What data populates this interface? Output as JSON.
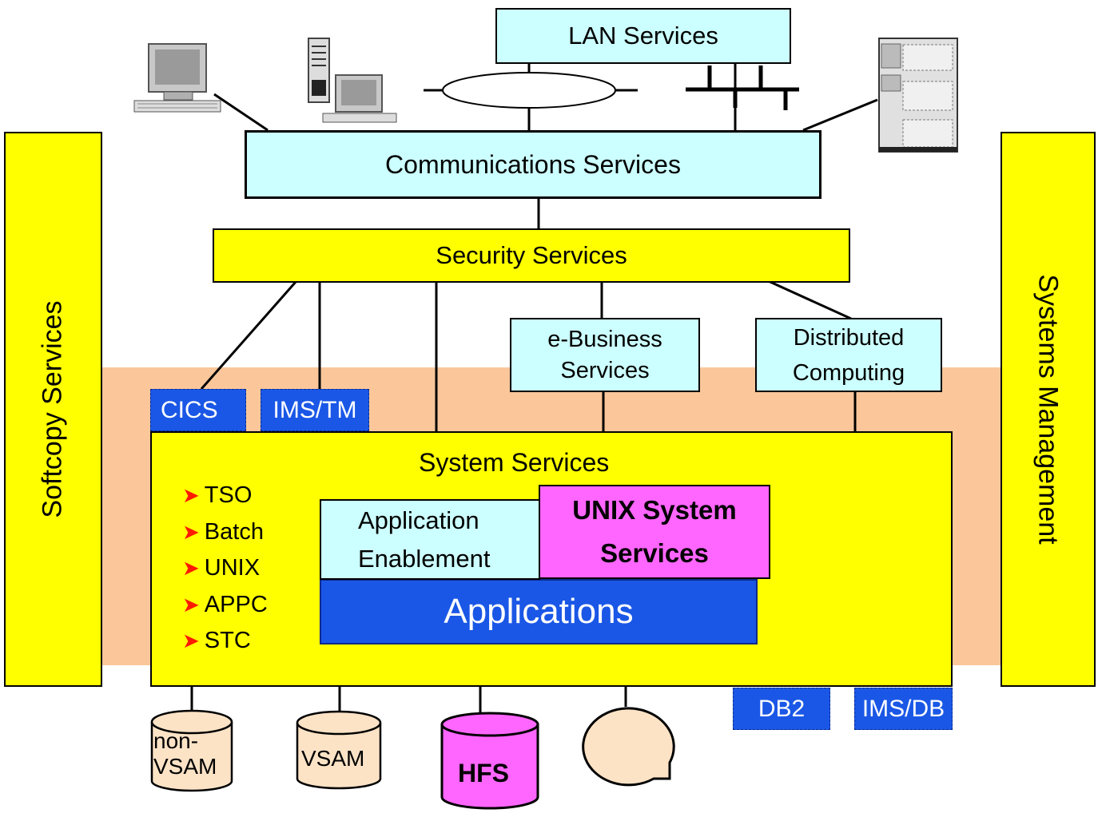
{
  "diagram": {
    "lan_services": "LAN Services",
    "communications_services": "Communications Services",
    "security_services": "Security Services",
    "ebusiness_services": [
      "e-Business",
      "Services"
    ],
    "distributed_computing": [
      "Distributed",
      "Computing"
    ],
    "cics": "CICS",
    "ims_tm": "IMS/TM",
    "system_services": "System Services",
    "subsystems": [
      "TSO",
      "Batch",
      "UNIX",
      "APPC",
      "STC"
    ],
    "application_enablement": [
      "Application",
      "Enablement"
    ],
    "unix_system_services": [
      "UNIX System",
      "Services"
    ],
    "applications": "Applications",
    "softcopy_services": "Softcopy Services",
    "systems_management": "Systems Management",
    "db2": "DB2",
    "ims_db": "IMS/DB",
    "non_vsam": [
      "non-",
      "VSAM"
    ],
    "vsam": "VSAM",
    "hfs": "HFS"
  },
  "colors": {
    "cyan": "#ccffff",
    "yellow": "#ffff00",
    "blue": "#1a57e6",
    "pink": "#ff66ff",
    "band": "#fbc79a",
    "arrow": "#ff1a00"
  },
  "icons": [
    "desktop-computer-icon",
    "tower-computer-icon",
    "token-ring-icon",
    "ethernet-bus-icon",
    "server-rack-icon",
    "dasd-cylinder-icon",
    "tape-icon"
  ]
}
